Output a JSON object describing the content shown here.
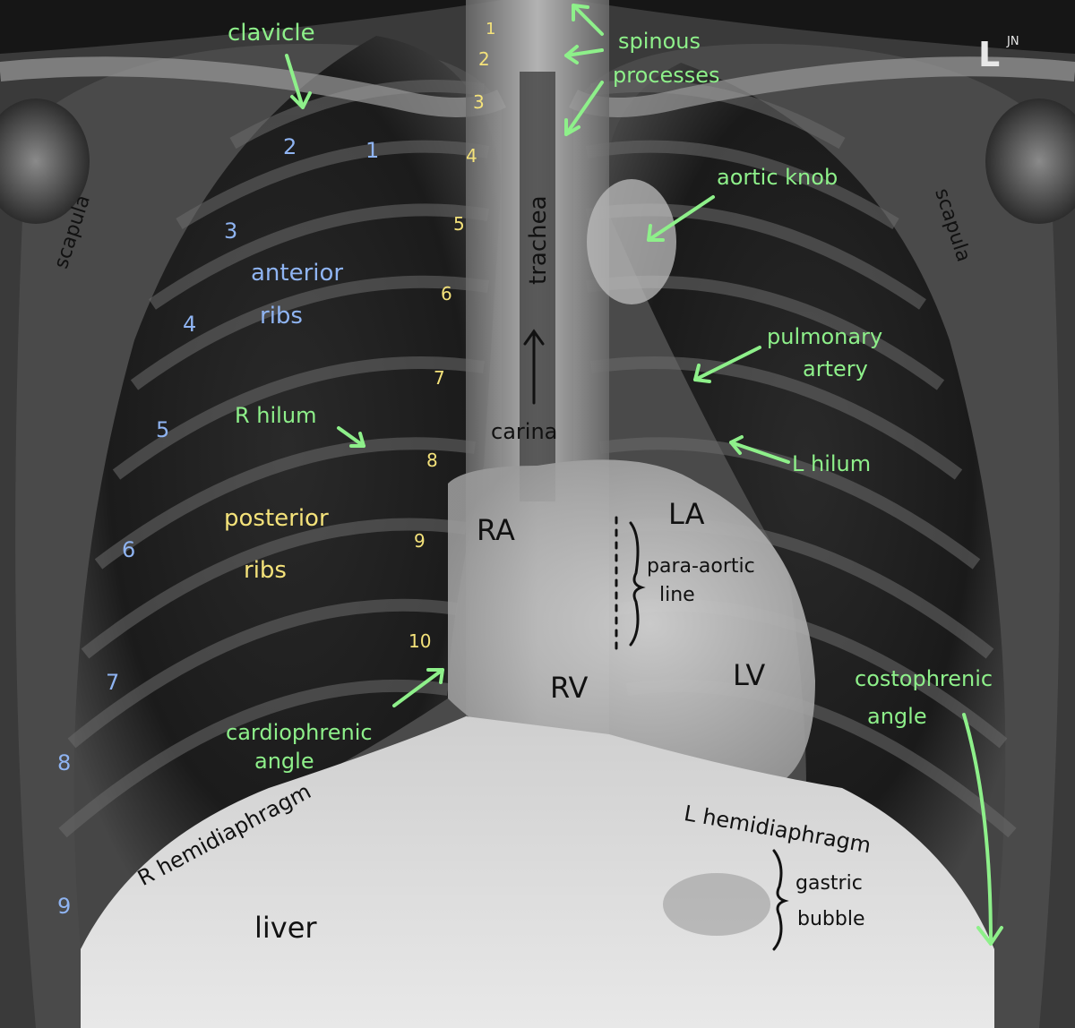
{
  "image": {
    "orientation_marker": "L",
    "initials_marker": "JN"
  },
  "labels": {
    "clavicle": "clavicle",
    "spinous_processes_line1": "spinous",
    "spinous_processes_line2": "processes",
    "scapula_right": "scapula",
    "scapula_left": "scapula",
    "trachea": "trachea",
    "aortic_knob": "aortic knob",
    "anterior_ribs_line1": "anterior",
    "anterior_ribs_line2": "ribs",
    "pulmonary_artery_line1": "pulmonary",
    "pulmonary_artery_line2": "artery",
    "r_hilum": "R hilum",
    "carina": "carina",
    "l_hilum": "L hilum",
    "posterior_ribs_line1": "posterior",
    "posterior_ribs_line2": "ribs",
    "ra": "RA",
    "la": "LA",
    "para_aortic_line1": "para-aortic",
    "para_aortic_line2": "line",
    "rv": "RV",
    "lv": "LV",
    "costophrenic_angle_line1": "costophrenic",
    "costophrenic_angle_line2": "angle",
    "cardiophrenic_angle_line1": "cardiophrenic",
    "cardiophrenic_angle_line2": "angle",
    "r_hemidiaphragm": "R hemidiaphragm",
    "l_hemidiaphragm": "L hemidiaphragm",
    "gastric_bubble_line1": "gastric",
    "gastric_bubble_line2": "bubble",
    "liver": "liver"
  },
  "vertebra_numbers": [
    "1",
    "2",
    "3",
    "4",
    "5",
    "6",
    "7",
    "8",
    "9",
    "10"
  ],
  "anterior_rib_numbers": [
    "1",
    "2",
    "3",
    "4",
    "5",
    "6",
    "7",
    "8",
    "9"
  ],
  "colors": {
    "green_annotation": "#8ef08a",
    "blue_annotation": "#8fb4f2",
    "yellow_annotation": "#f4e27a",
    "black_annotation": "#111111"
  }
}
